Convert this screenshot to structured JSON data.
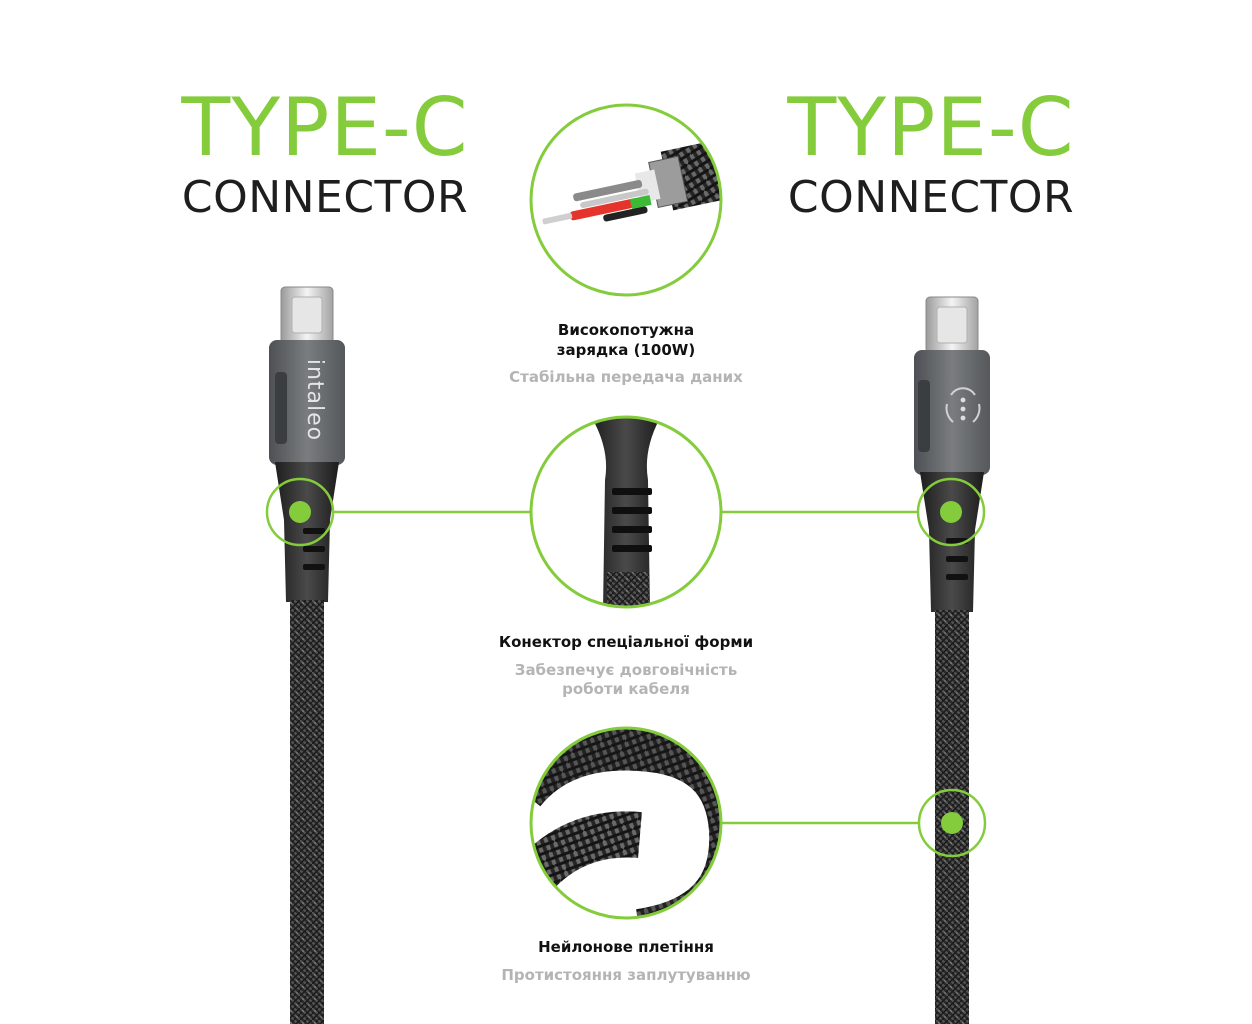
{
  "colors": {
    "accent": "#84cc3c",
    "heading_dark": "#1e1e1e",
    "subtext": "#b4b4b4",
    "cable": "#2b2b2b",
    "housing": "#6d7073"
  },
  "left_heading": {
    "big": "TYPE-C",
    "small": "CONNECTOR"
  },
  "right_heading": {
    "big": "TYPE-C",
    "small": "CONNECTOR"
  },
  "left_connector": {
    "brand_text": "intaleo"
  },
  "right_connector": {
    "icon": "brand-logo-icon"
  },
  "features": [
    {
      "title_line1": "Високопотужна",
      "title_line2": "зарядка (100W)",
      "subtitle": "Стабільна передача даних",
      "icon": "cable-wires-cutaway-icon"
    },
    {
      "title": "Конектор спеціальної форми",
      "subtitle_line1": "Забезпечує довговічність",
      "subtitle_line2": "роботи кабеля",
      "icon": "strain-relief-closeup-icon"
    },
    {
      "title": "Нейлонове плетіння",
      "subtitle": "Протистояння заплутуванню",
      "icon": "nylon-braid-coil-icon"
    }
  ]
}
